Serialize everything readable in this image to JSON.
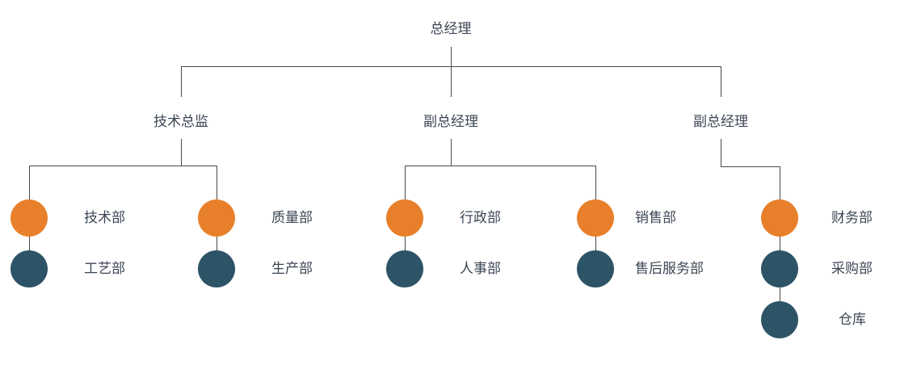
{
  "diagram": {
    "title_node": {
      "label": "总经理"
    },
    "level2": [
      {
        "label": "技术总监"
      },
      {
        "label": "副总经理"
      },
      {
        "label": "副总经理"
      }
    ],
    "columns": [
      {
        "parent": "技术总监",
        "departments": [
          {
            "label": "技术部",
            "color": "#E8802B",
            "shape": "circle"
          },
          {
            "label": "工艺部",
            "color": "#2D5366",
            "shape": "circle"
          }
        ]
      },
      {
        "parent": "技术总监",
        "departments": [
          {
            "label": "质量部",
            "color": "#E8802B",
            "shape": "circle"
          },
          {
            "label": "生产部",
            "color": "#2D5366",
            "shape": "circle"
          }
        ]
      },
      {
        "parent": "副总经理",
        "departments": [
          {
            "label": "行政部",
            "color": "#E8802B",
            "shape": "circle"
          },
          {
            "label": "人事部",
            "color": "#2D5366",
            "shape": "circle"
          }
        ]
      },
      {
        "parent": "副总经理",
        "departments": [
          {
            "label": "销售部",
            "color": "#E8802B",
            "shape": "circle"
          },
          {
            "label": "售后服务部",
            "color": "#2D5366",
            "shape": "circle"
          }
        ]
      },
      {
        "parent": "副总经理",
        "departments": [
          {
            "label": "财务部",
            "color": "#E8802B",
            "shape": "circle"
          },
          {
            "label": "采购部",
            "color": "#2D5366",
            "shape": "circle"
          },
          {
            "label": "仓库",
            "color": "#2D5366",
            "shape": "circle"
          }
        ]
      }
    ],
    "colors": {
      "accent_orange": "#E8802B",
      "accent_teal": "#2D5366",
      "line": "#4a4a4a",
      "text": "#3c4654",
      "background": "#ffffff"
    }
  }
}
